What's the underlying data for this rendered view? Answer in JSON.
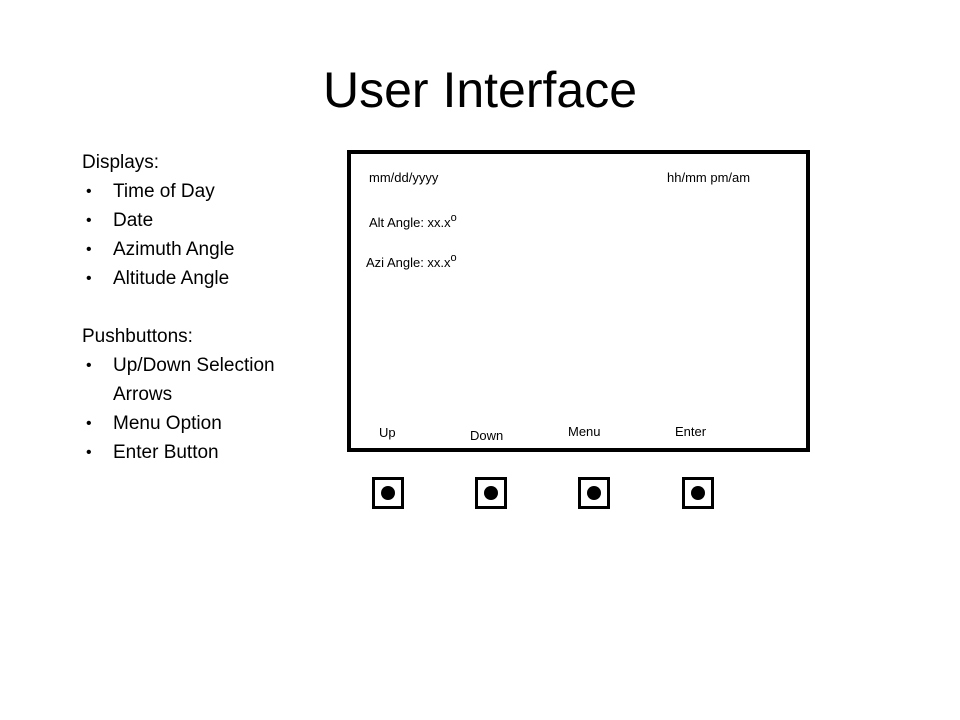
{
  "title": "User Interface",
  "displays": {
    "heading": "Displays:",
    "items": [
      "Time of Day",
      "Date",
      "Azimuth Angle",
      "Altitude Angle"
    ]
  },
  "pushbuttons": {
    "heading": "Pushbuttons:",
    "items": [
      "Up/Down Selection Arrows",
      "Menu Option",
      "Enter Button"
    ]
  },
  "bullet_glyph": "•",
  "screen": {
    "date": "mm/dd/yyyy",
    "time": "hh/mm pm/am",
    "alt_angle": "Alt Angle: xx.x",
    "azi_angle": "Azi Angle: xx.x",
    "degree_symbol": "o",
    "soft_labels": [
      "Up",
      "Down",
      "Menu",
      "Enter"
    ]
  }
}
